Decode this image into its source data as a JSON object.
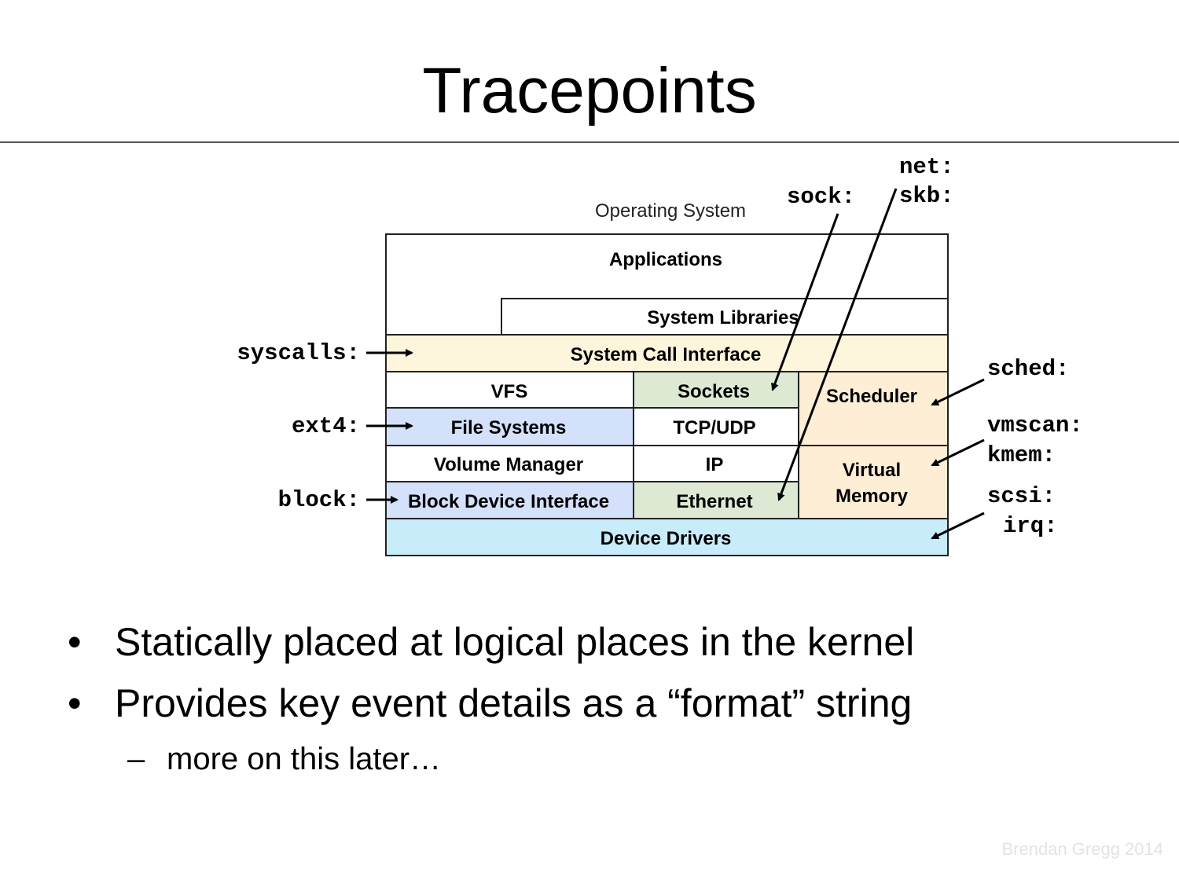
{
  "slide": {
    "title": "Tracepoints",
    "footer": "Brendan Gregg 2014"
  },
  "diagram": {
    "caption": "Operating System",
    "colors": {
      "white": "#ffffff",
      "syscall": "#fdf6dc",
      "fs": "#d3e1fb",
      "net": "#dde9d3",
      "sched_vm": "#fdeed5",
      "drivers": "#c9ecfb"
    },
    "layers": {
      "applications": "Applications",
      "system_libraries": "System Libraries",
      "system_call_interface": "System Call Interface",
      "vfs": "VFS",
      "sockets": "Sockets",
      "scheduler": "Scheduler",
      "file_systems": "File Systems",
      "tcp_udp": "TCP/UDP",
      "volume_manager": "Volume Manager",
      "ip": "IP",
      "virtual_memory_line1": "Virtual",
      "virtual_memory_line2": "Memory",
      "block_device_interface": "Block Device Interface",
      "ethernet": "Ethernet",
      "device_drivers": "Device Drivers"
    },
    "tracepoints": {
      "syscalls": "syscalls:",
      "ext4": "ext4:",
      "block": "block:",
      "sock": "sock:",
      "net": "net:",
      "skb": "skb:",
      "sched": "sched:",
      "vmscan": "vmscan:",
      "kmem": "kmem:",
      "scsi": "scsi:",
      "irq": "irq:"
    }
  },
  "bullets": [
    {
      "marker": "•",
      "text": "Statically placed at logical places in the kernel"
    },
    {
      "marker": "•",
      "text": "Provides key event details as a “format” string"
    }
  ],
  "sub_bullets": [
    {
      "marker": "–",
      "text": "more on this later…"
    }
  ]
}
